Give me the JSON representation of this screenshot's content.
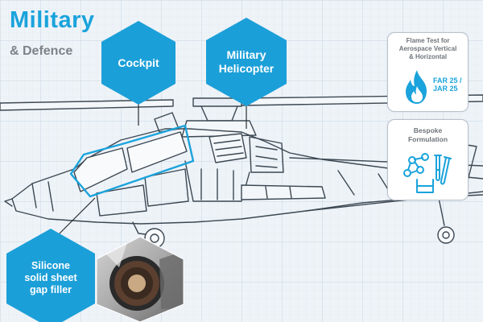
{
  "header": {
    "title": "Military",
    "subtitle": "& Defence"
  },
  "hexagons": {
    "cockpit": "Cockpit",
    "helicopter": [
      "Military",
      "Helicopter"
    ],
    "gap_filler": [
      "Silicone",
      "solid sheet",
      "gap filler"
    ]
  },
  "cards": {
    "flame": {
      "title": [
        "Flame Test for",
        "Aerospace Vertical",
        "& Horizontal"
      ],
      "standard": [
        "FAR 25 /",
        "JAR 25"
      ]
    },
    "bespoke": {
      "title": [
        "Bespoke",
        "Formulation"
      ]
    }
  },
  "icons": {
    "flame": "flame-icon",
    "lab": "lab-glassware-icon",
    "helicopter": "helicopter-outline",
    "silicone": "silicone-roll-photo"
  },
  "colors": {
    "accent": "#1aa3dc",
    "hex_fill": "#1b9fd8",
    "outline": "#3c4852",
    "grid": "#cfdbe6"
  }
}
